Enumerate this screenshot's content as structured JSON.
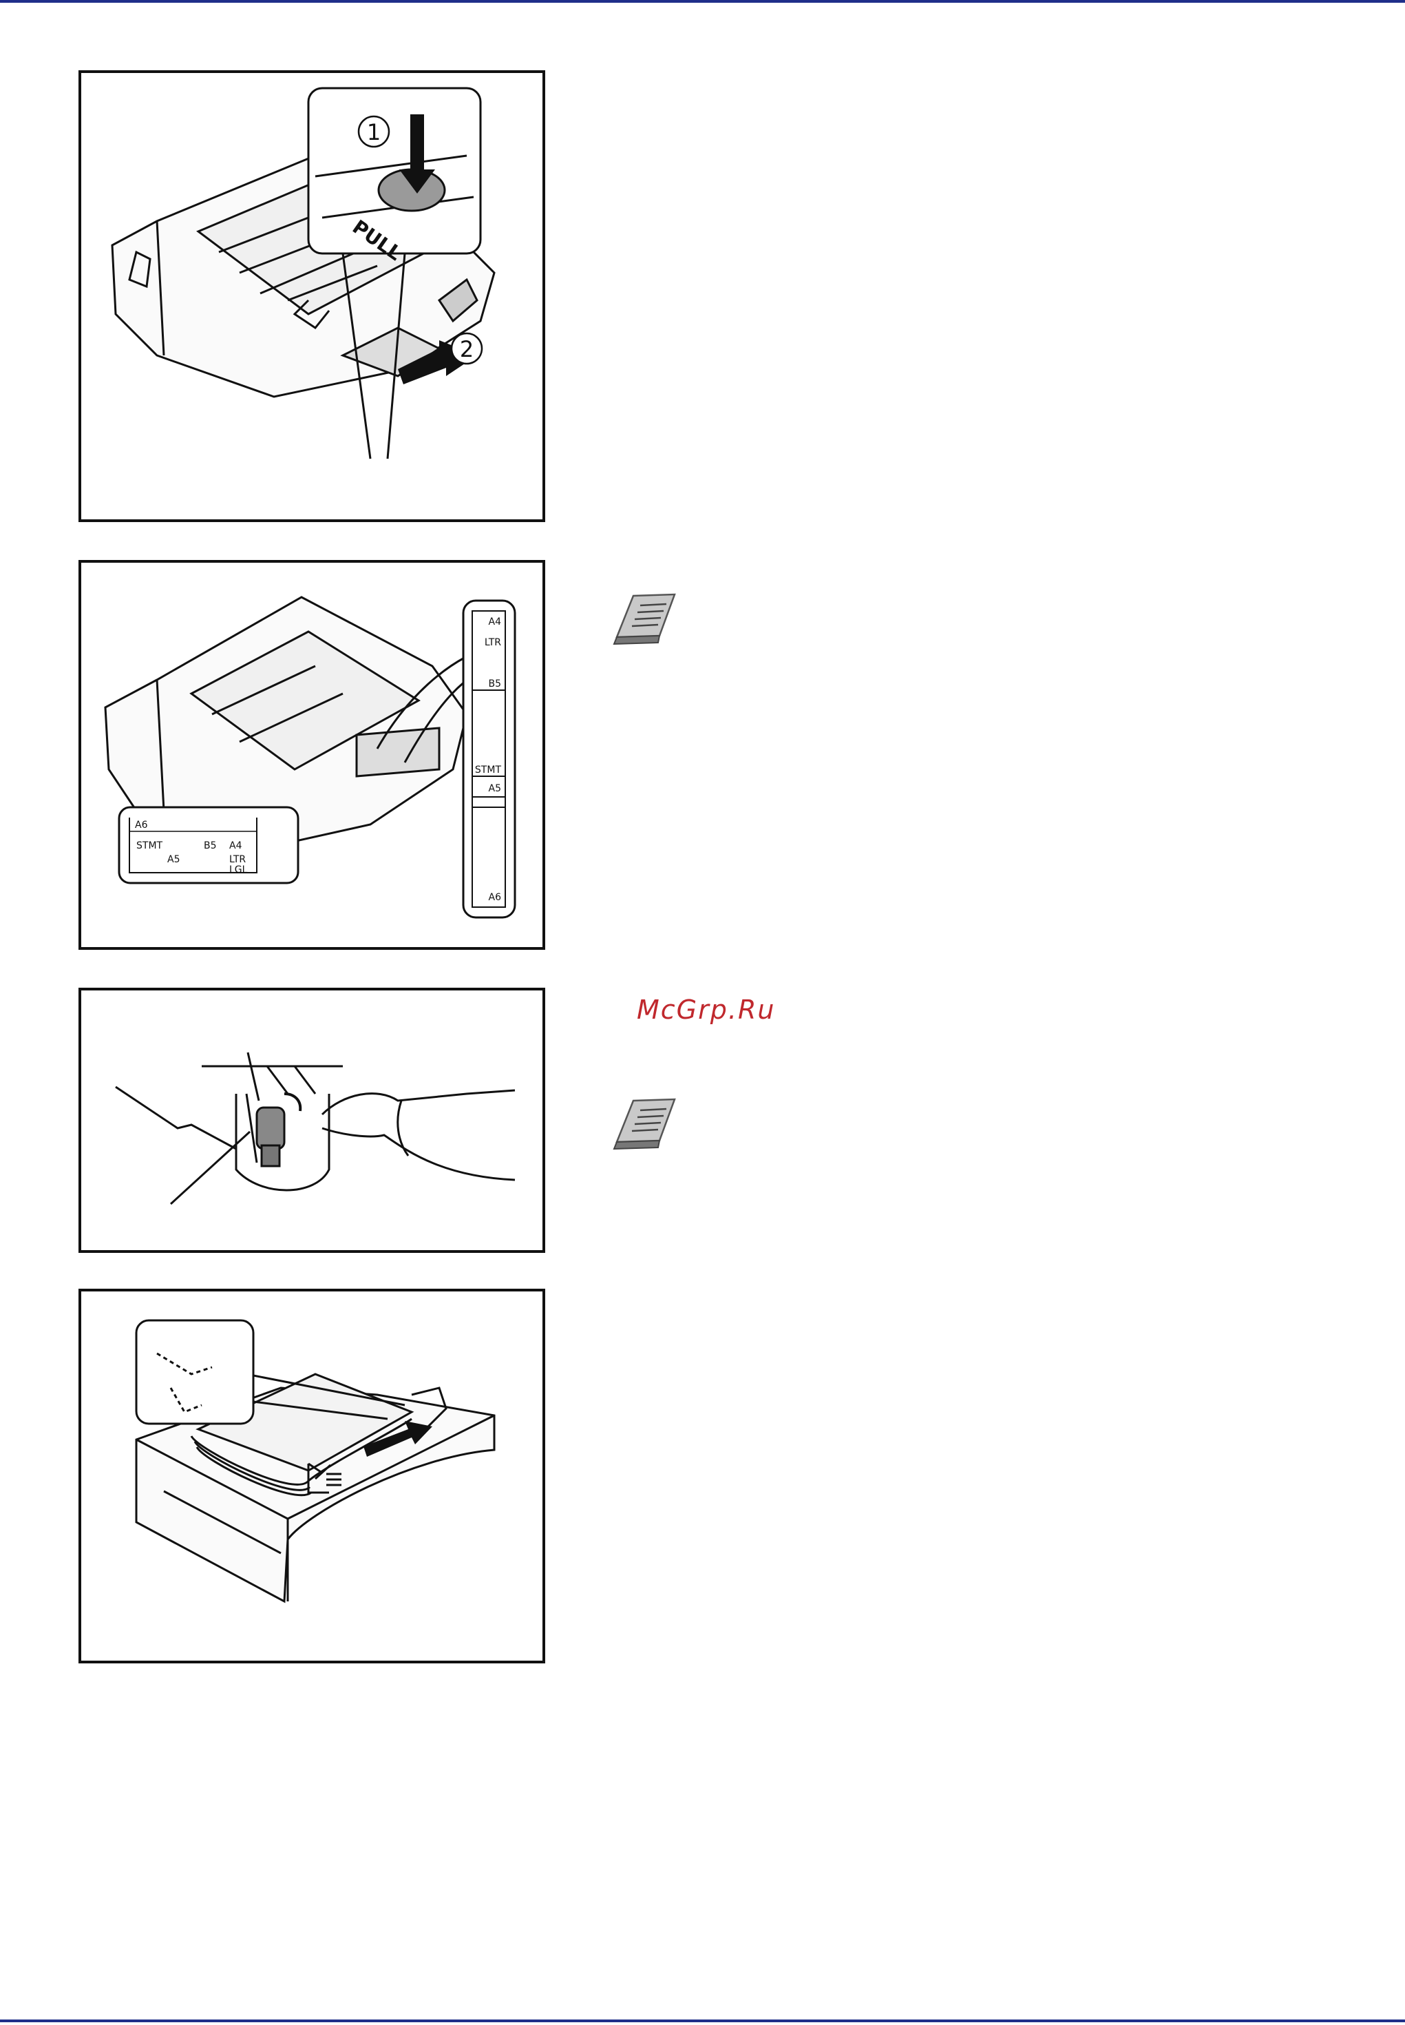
{
  "watermark": {
    "text": "McGrp.Ru",
    "color": "#c0282d"
  },
  "page": {
    "rule_color": "#1f2f8a"
  },
  "figures": [
    {
      "name": "tray-extend-figure",
      "callouts": [
        "1",
        "2"
      ],
      "stamp": "PULL"
    },
    {
      "name": "paper-size-figure",
      "vertical_scale": [
        "A4",
        "LTR",
        "B5",
        "STMT",
        "A5",
        "A6"
      ],
      "horizontal_scale": {
        "corner": "A6",
        "stmt": "STMT",
        "a5": "A5",
        "b5": "B5",
        "a4": "A4",
        "ltr": "LTR",
        "lgl": "LGL"
      }
    },
    {
      "name": "paper-dial-figure"
    },
    {
      "name": "load-paper-figure"
    }
  ],
  "icons": [
    "note-icon",
    "note-icon"
  ]
}
